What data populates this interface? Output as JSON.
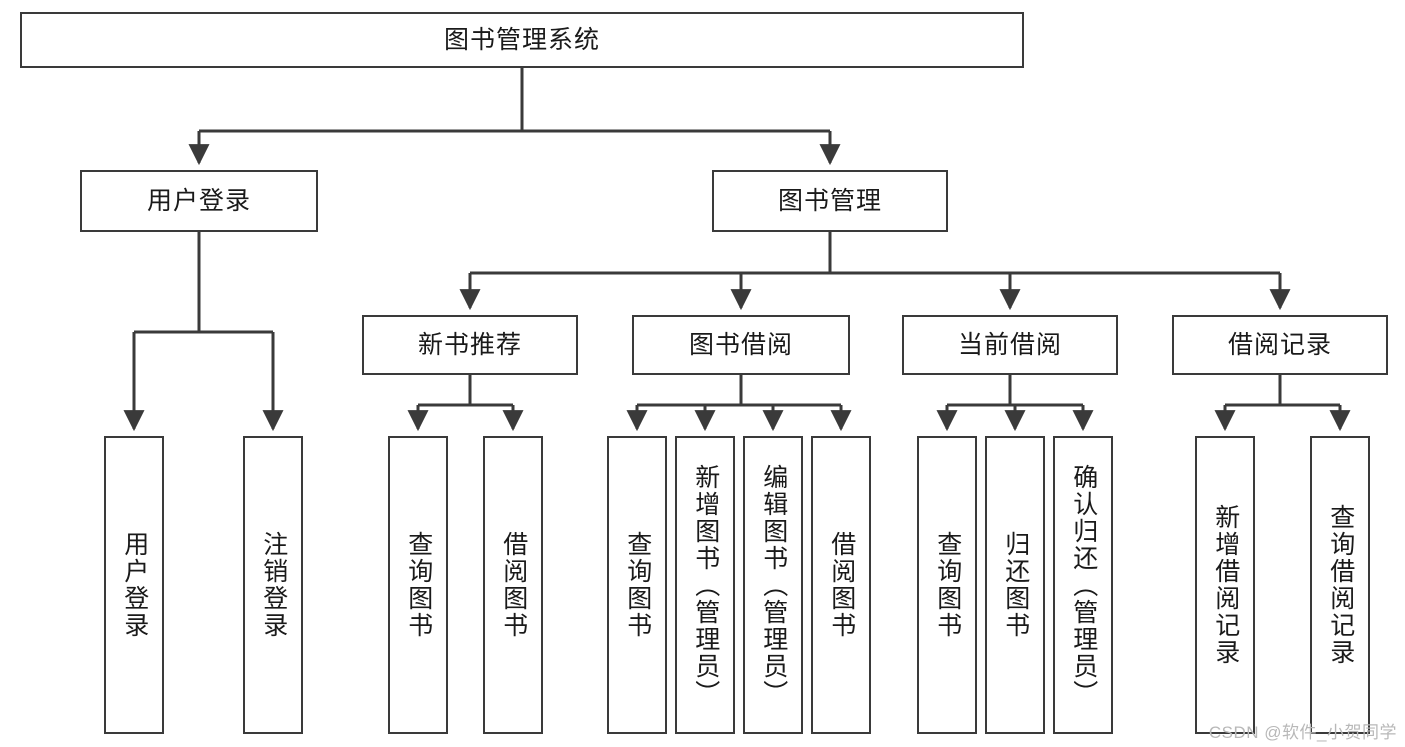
{
  "diagram": {
    "title": "图书管理系统",
    "type": "tree",
    "colors": {
      "stroke": "#3a3a3a",
      "fill": "#ffffff",
      "text": "#1a1a1a",
      "watermark": "#b8b8b8"
    },
    "nodes": {
      "root": {
        "label": "图书管理系统",
        "orientation": "horizontal"
      },
      "level2": [
        {
          "id": "user-login",
          "label": "用户登录",
          "orientation": "horizontal"
        },
        {
          "id": "book-manage",
          "label": "图书管理",
          "orientation": "horizontal"
        }
      ],
      "level3": [
        {
          "id": "new-book-recommend",
          "label": "新书推荐",
          "orientation": "horizontal"
        },
        {
          "id": "book-borrow",
          "label": "图书借阅",
          "orientation": "horizontal"
        },
        {
          "id": "current-borrow",
          "label": "当前借阅",
          "orientation": "horizontal"
        },
        {
          "id": "borrow-record",
          "label": "借阅记录",
          "orientation": "horizontal"
        }
      ],
      "leaves": {
        "user-login": [
          {
            "id": "leaf-user-login",
            "label": "用户登录",
            "orientation": "vertical"
          },
          {
            "id": "leaf-logout",
            "label": "注销登录",
            "orientation": "vertical"
          }
        ],
        "new-book-recommend": [
          {
            "id": "leaf-query-book-1",
            "label": "查询图书",
            "orientation": "vertical"
          },
          {
            "id": "leaf-borrow-book-1",
            "label": "借阅图书",
            "orientation": "vertical"
          }
        ],
        "book-borrow": [
          {
            "id": "leaf-query-book-2",
            "label": "查询图书",
            "orientation": "vertical"
          },
          {
            "id": "leaf-add-book",
            "label": "新增图书（管理员）",
            "orientation": "vertical"
          },
          {
            "id": "leaf-edit-book",
            "label": "编辑图书（管理员）",
            "orientation": "vertical"
          },
          {
            "id": "leaf-borrow-book-2",
            "label": "借阅图书",
            "orientation": "vertical"
          }
        ],
        "current-borrow": [
          {
            "id": "leaf-query-book-3",
            "label": "查询图书",
            "orientation": "vertical"
          },
          {
            "id": "leaf-return-book",
            "label": "归还图书",
            "orientation": "vertical"
          },
          {
            "id": "leaf-confirm-return",
            "label": "确认归还（管理员）",
            "orientation": "vertical"
          }
        ],
        "borrow-record": [
          {
            "id": "leaf-add-record",
            "label": "新增借阅记录",
            "orientation": "vertical"
          },
          {
            "id": "leaf-query-record",
            "label": "查询借阅记录",
            "orientation": "vertical"
          }
        ]
      }
    },
    "watermark": "CSDN @软件_小贺同学"
  }
}
